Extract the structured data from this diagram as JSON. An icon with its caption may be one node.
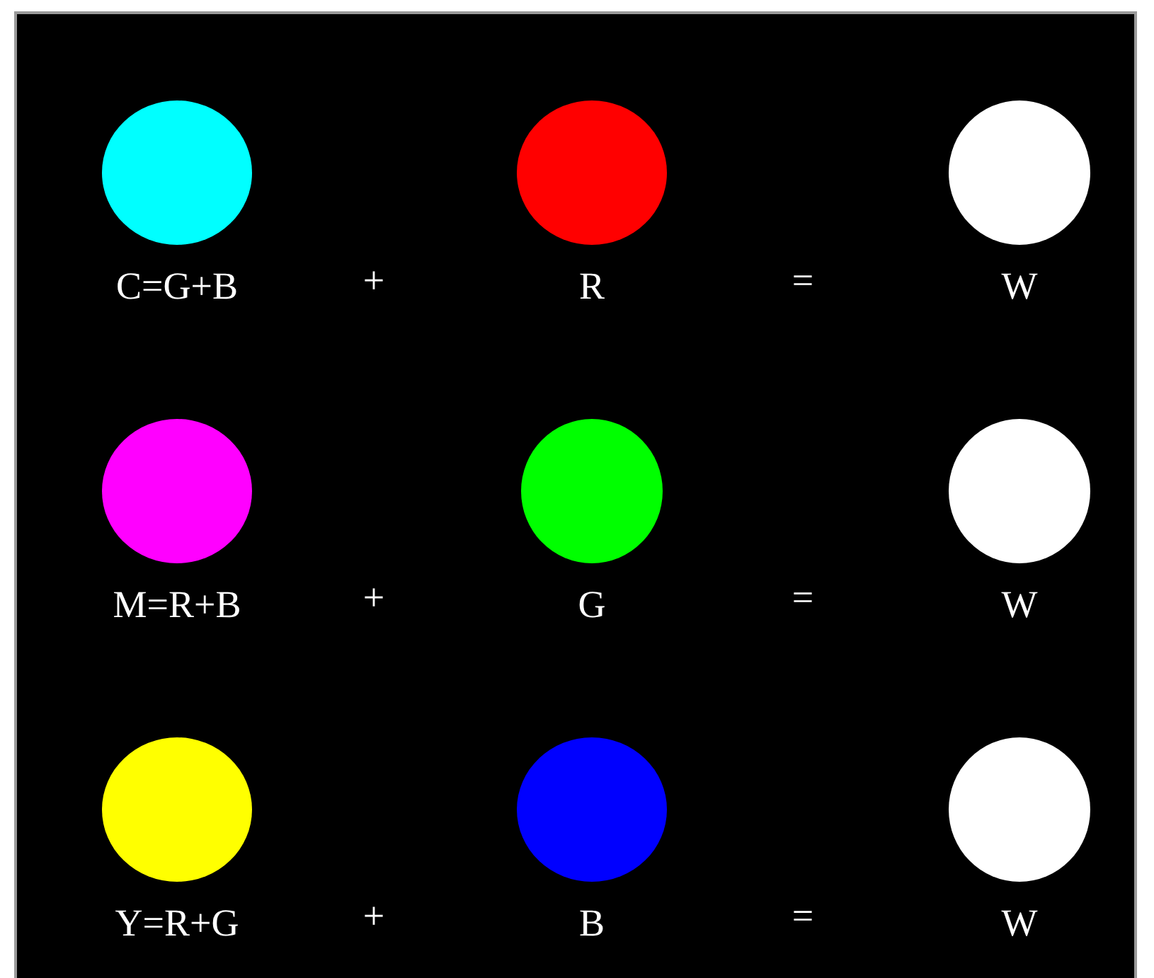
{
  "diagram": {
    "nodes": [
      {
        "text": [
          "C=G+B"
        ]
      },
      {
        "text": [
          "R"
        ]
      },
      {
        "text": [
          "W"
        ]
      },
      {
        "text": [
          "M=R+B"
        ]
      },
      {
        "text": [
          "G"
        ]
      },
      {
        "text": [
          "W"
        ]
      },
      {
        "text": [
          "Y=R+G"
        ]
      },
      {
        "text": [
          "B"
        ]
      },
      {
        "text": [
          "W"
        ]
      }
    ],
    "labels": [
      "+",
      "=",
      "+",
      "=",
      "+",
      "="
    ]
  }
}
